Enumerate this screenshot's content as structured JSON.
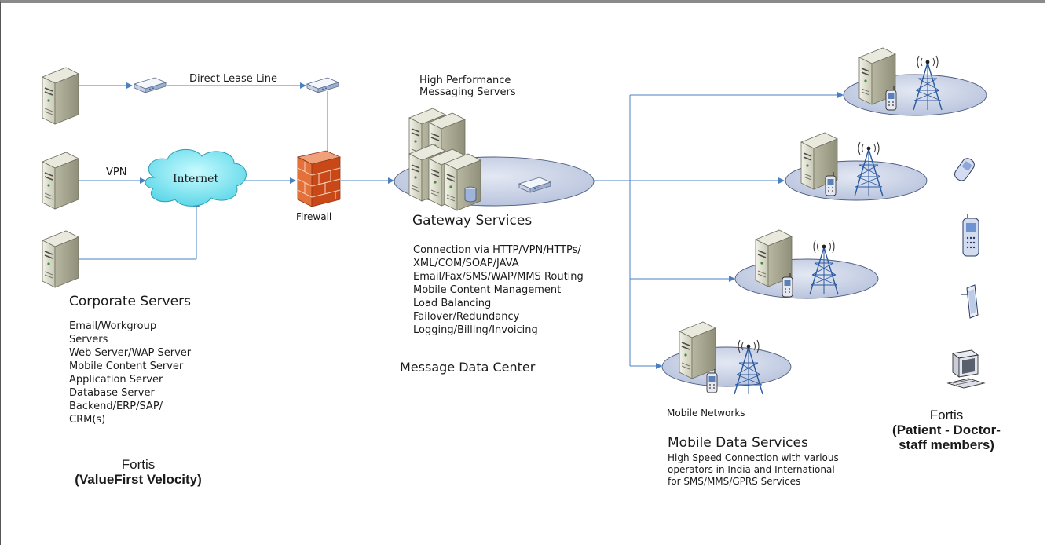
{
  "links": {
    "direct_lease_line": "Direct Lease Line",
    "vpn": "VPN"
  },
  "internet_label": "Internet",
  "firewall_label": "Firewall",
  "corporate": {
    "title": "Corporate Servers",
    "items": [
      "Email/Workgroup",
      "Servers",
      "Web Server/WAP Server",
      "Mobile Content Server",
      "Application Server",
      "Database Server",
      "Backend/ERP/SAP/",
      "CRM(s)"
    ],
    "brand_line1": "Fortis",
    "brand_line2": "(ValueFirst Velocity)"
  },
  "gateway": {
    "caption_line1": "High Performance",
    "caption_line2": "Messaging Servers",
    "title": "Gateway Services",
    "items": [
      "Connection via HTTP/VPN/HTTPs/",
      "XML/COM/SOAP/JAVA",
      "Email/Fax/SMS/WAP/MMS Routing",
      "Mobile Content Management",
      "Load Balancing",
      "Failover/Redundancy",
      "Logging/Billing/Invoicing"
    ],
    "center_label": "Message Data Center"
  },
  "mobile": {
    "networks_label": "Mobile Networks",
    "title": "Mobile Data Services",
    "desc_line1": "High Speed Connection with various",
    "desc_line2": "operators in India and International",
    "desc_line3": "for SMS/MMS/GPRS Services"
  },
  "patient": {
    "line1": "Fortis",
    "line2": "(Patient - Doctor-",
    "line3": "staff members)"
  },
  "colors": {
    "line": "#4a7fc1",
    "internet_cloud": "#7fe6f0",
    "firewall": "#d9541e",
    "ellipse": "#c9d2e6",
    "server": "#d6d6c4"
  },
  "icons": [
    "server-icon",
    "router-icon",
    "cloud-icon",
    "firewall-icon",
    "cell-tower-icon",
    "mobile-phone-icon",
    "pda-icon",
    "desktop-computer-icon"
  ]
}
